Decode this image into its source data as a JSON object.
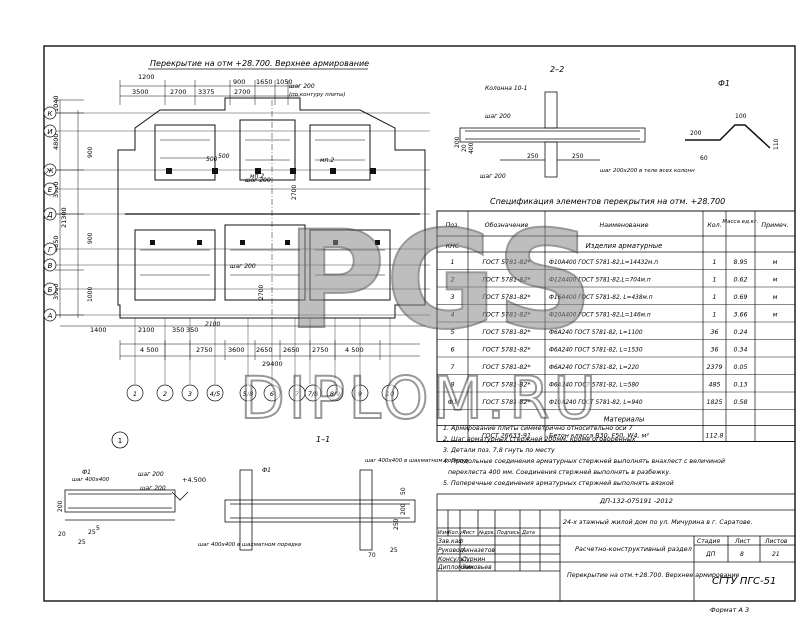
{
  "main_title": "Перекрытие на отм +28.700. Верхнее армирование",
  "section_22": "2–2",
  "section_11": "1–1",
  "detail_f1": "Ф1",
  "node1": "1",
  "spec_title": "Спецификация элементов перекрытия на отм. +28.700",
  "grid_rows": [
    "К",
    "И",
    "Ж",
    "Е",
    "Д",
    "Г",
    "В",
    "Б",
    "А"
  ],
  "grid_cols": [
    "1",
    "2",
    "3",
    "4/5",
    "5/8",
    "6",
    "7",
    "7/8",
    "8/9",
    "9",
    "10"
  ],
  "left_dims": [
    "1040",
    "4800",
    "3900",
    "21300",
    "4850",
    "3960"
  ],
  "left_dims_inner": [
    "900",
    "900",
    "1000"
  ],
  "top_dims": [
    "1200",
    "3500",
    "2700",
    "3375",
    "2700",
    "900",
    "1650",
    "1050"
  ],
  "bottom_dims": [
    "1400",
    "2100",
    "350",
    "350",
    "4 500",
    "2750",
    "3600",
    "2650",
    "2650",
    "2750",
    "4 500",
    "29400"
  ],
  "plan_labels": {
    "shag200_1": "шаг 200",
    "shag200_2": "шаг 200",
    "shag200_3": "шаг 200",
    "bykontur": "(по контуру плиты)",
    "mp2": "мп.2",
    "mp2b": "мп.2",
    "d500": "500",
    "d500b": "500",
    "d2700": "2700",
    "d2700b": "2700",
    "d2100": "2100"
  },
  "sec22_labels": {
    "kolonna": "Колонна 10-1",
    "shag200a": "шаг 200",
    "shag200b": "шаг 200",
    "d250": "250",
    "d250b": "250",
    "d200": "200",
    "d20": "20",
    "d400": "400",
    "note": "шаг 200х200 в теле всех колонн"
  },
  "f1_labels": {
    "d100": "100",
    "d200": "200",
    "d110": "110",
    "d60": "60"
  },
  "node1_labels": {
    "f1": "Ф1",
    "shag400": "шаг 400х400",
    "shag200": "шаг 200",
    "shag200b": "шаг 200",
    "level": "+4.500",
    "d200": "200",
    "d20": "20",
    "d25": "25",
    "d25b": "25",
    "d5": "5"
  },
  "sec11_labels": {
    "f1": "Ф1",
    "shag400a": "шаг 400х400 в шахматном порядке",
    "shag400b": "шаг 400х400 в шахматном порядке",
    "d250": "250",
    "d200": "200",
    "d50": "50",
    "d70": "70",
    "d25": "25"
  },
  "spec_table": {
    "headers": [
      "Поз.",
      "Обозначение",
      "Наименование",
      "Кол.",
      "Масса ед.кг.",
      "Примеч."
    ],
    "group_label_left": "КНС",
    "group1": "Изделия арматурные",
    "rows": [
      {
        "pos": "1",
        "oboz": "ГОСТ 5781-82*",
        "name": "Ф10А400 ГОСТ 5781-82,L=14432м.п",
        "qty": "1",
        "mass": "8.95",
        "note": "м"
      },
      {
        "pos": "2",
        "oboz": "ГОСТ 5781-82*",
        "name": "Ф12А400 ГОСТ 5781-82,L=704м.п",
        "qty": "1",
        "mass": "0.62",
        "note": "м"
      },
      {
        "pos": "3",
        "oboz": "ГОСТ 5781-82*",
        "name": "Ф16А400 ГОСТ 5781-82, L=438м.п",
        "qty": "1",
        "mass": "0.69",
        "note": "м"
      },
      {
        "pos": "4",
        "oboz": "ГОСТ 5781-82*",
        "name": "Ф20А400 ГОСТ 5781-82,L=146м.п",
        "qty": "1",
        "mass": "3.66",
        "note": "м"
      },
      {
        "pos": "5",
        "oboz": "ГОСТ 5781-82*",
        "name": "Ф6А240 ГОСТ 5781-82, L=1100",
        "qty": "36",
        "mass": "0.24",
        "note": ""
      },
      {
        "pos": "6",
        "oboz": "ГОСТ 5781-82*",
        "name": "Ф6А240 ГОСТ 5781-82, L=1530",
        "qty": "36",
        "mass": "0.34",
        "note": ""
      },
      {
        "pos": "7",
        "oboz": "ГОСТ 5781-82*",
        "name": "Ф6А240 ГОСТ 5781-82, L=220",
        "qty": "2379",
        "mass": "0.05",
        "note": ""
      },
      {
        "pos": "8",
        "oboz": "ГОСТ 5781-82*",
        "name": "Ф6А240 ГОСТ 5781-82, L=580",
        "qty": "485",
        "mass": "0.13",
        "note": ""
      },
      {
        "pos": "Ф1",
        "oboz": "ГОСТ 5781-82*",
        "name": "Ф10А240 ГОСТ 5781-82, L=940",
        "qty": "1825",
        "mass": "0.58",
        "note": ""
      }
    ],
    "group2": "Материалы",
    "material": {
      "oboz": "ГОСТ 26633-91",
      "name": "Бетон класса В30, F50, W4, м³",
      "qty": "112.8"
    }
  },
  "notes": [
    "1. Армирование плиты симметрично относительно оси 7",
    "2. Шаг арматурных стержней 200мм, кроме оговоренных",
    "3. Детали поз. 7,8 гнуть по месту",
    "4. Продольные соединения арматурных стержней выполнять внахлест с величиной",
    "перехлеста 400 мм. Соединения стержней выполнять в разбежку.",
    "5. Поперечные соединения арматурных стержней выполнять вязкой"
  ],
  "watermark": {
    "line1": "PGS",
    "line2": "DIPLOM.RU"
  },
  "stamp": {
    "code": "ДП-132-075191 -2012",
    "project": "24-х этажный жилой дом по ул. Мичурина в г. Саратове.",
    "section": "Расчетно-конструктивный раздел",
    "sheet_title": "Перекрытие на отм.+28.700. Верхнее армирование",
    "org": "СГТУ ПГС-51",
    "col_headers": [
      "Изм.",
      "Кол.уч",
      "Лист",
      "№док.",
      "Подпись",
      "Дата"
    ],
    "roles": [
      "Зав.каф",
      "Руковод.",
      "Консульт.",
      "Дипломник"
    ],
    "names": [
      "",
      "Акназетов",
      "Сурнин",
      "Зиновьев"
    ],
    "stage_headers": [
      "Стадия",
      "Лист",
      "Листов"
    ],
    "stage_values": [
      "ДП",
      "8",
      "21"
    ],
    "format": "Формат А 3"
  }
}
